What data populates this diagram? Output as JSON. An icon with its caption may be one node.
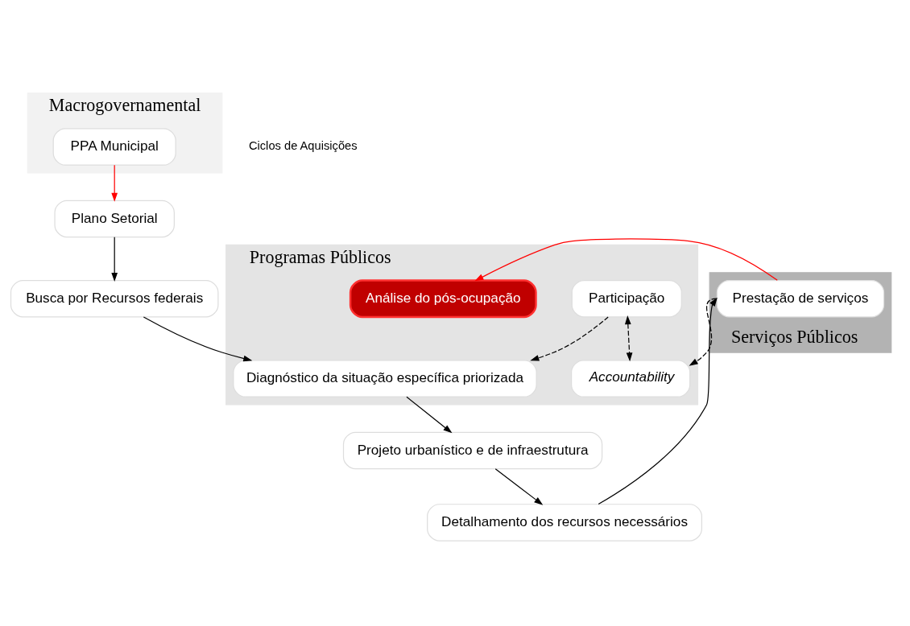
{
  "diagram": {
    "nodes": [
      {
        "text": [
          "Macrogovernamental"
        ]
      },
      {
        "text": [
          "PPA Municipal"
        ],
        "in": 0
      },
      {
        "text": [
          "Plano Setorial"
        ]
      },
      {
        "text": [
          "Programas Públicos"
        ]
      },
      {
        "text": [
          "Busca por Recursos federais"
        ]
      },
      {
        "text": [
          "Participação"
        ],
        "in": 3
      },
      {
        "text": [
          "Análise do pós-ocupação"
        ],
        "in": 3
      },
      {
        "text": [
          "Accountability"
        ],
        "in": 3
      },
      {
        "text": [
          "Diagnóstico da situação específica priorizada"
        ],
        "in": 3
      },
      {
        "text": [
          "Detalhamento dos recursos necessários"
        ]
      },
      {
        "text": [
          "Projeto urbanístico e de infraestrutura"
        ]
      },
      {
        "text": [
          "Serviços Públicos"
        ]
      },
      {
        "text": [
          "Prestação de serviços"
        ],
        "in": 11
      }
    ],
    "edges": [
      {
        "from": 1,
        "to": 2,
        "arrow": "to",
        "color": "#ff0000"
      },
      {
        "from": 2,
        "to": 4,
        "arrow": "to"
      },
      {
        "from": 4,
        "to": 8,
        "arrow": "to"
      },
      {
        "from": 5,
        "to": 8,
        "arrow": "to",
        "style": "dashed"
      },
      {
        "from": 5,
        "to": 7,
        "arrow": "both",
        "style": "dashed"
      },
      {
        "from": 8,
        "to": 10,
        "arrow": "to"
      },
      {
        "from": 10,
        "to": 9,
        "arrow": "to"
      },
      {
        "from": 9,
        "to": 12,
        "arrow": "to"
      },
      {
        "from": 12,
        "to": 7,
        "arrow": "to",
        "style": "dashed"
      },
      {
        "from": 12,
        "to": 6,
        "arrow": "to",
        "color": "#ff0000"
      }
    ],
    "labels": [
      "Ciclos de Aquisições"
    ]
  }
}
